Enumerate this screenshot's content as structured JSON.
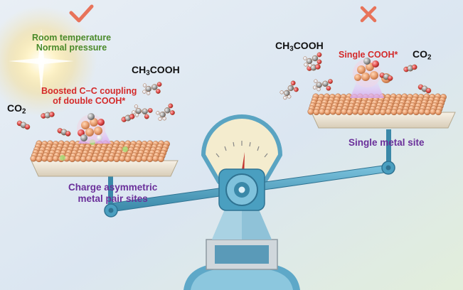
{
  "left": {
    "status_icon": "check-mark-icon",
    "condition_line1": "Room temperature",
    "condition_line2": "Normal pressure",
    "product": {
      "main": "CH",
      "sub": "3",
      "rest": "COOH"
    },
    "reactant": {
      "main": "CO",
      "sub": "2"
    },
    "annotation_line1": "Boosted C−C coupling",
    "annotation_line2": "of double COOH*",
    "site_line1": "Charge asymmetric",
    "site_line2": "metal pair sites"
  },
  "right": {
    "status_icon": "cross-mark-icon",
    "product": {
      "main": "CH",
      "sub": "3",
      "rest": "COOH"
    },
    "reactant": {
      "main": "CO",
      "sub": "2"
    },
    "annotation": "Single COOH*",
    "site": "Single metal site"
  },
  "colors": {
    "check": "#e8735a",
    "cross": "#e8735a",
    "atom": "#e9a072",
    "beam": "#4a9fc0",
    "label_green": "#4a8a2a",
    "label_red": "#d42a2a",
    "label_purple": "#6a2f9a"
  }
}
